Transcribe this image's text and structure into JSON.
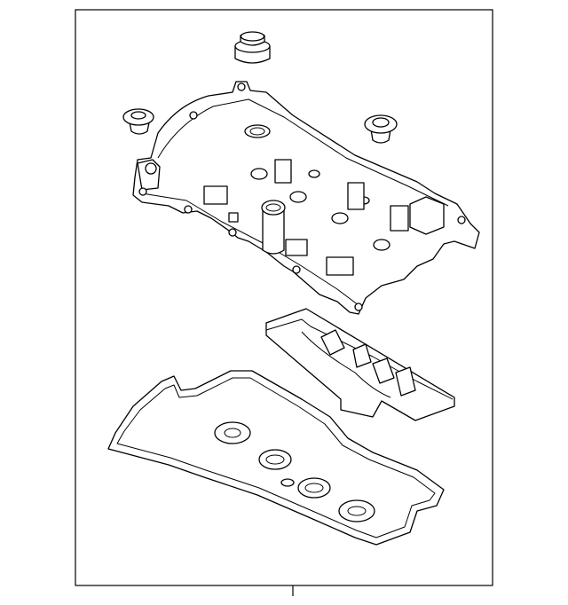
{
  "diagram": {
    "type": "exploded parts illustration",
    "colors": {
      "line": "#000000",
      "background": "#ffffff"
    },
    "parts": [
      {
        "name": "oil-filler-cap"
      },
      {
        "name": "grommet-left"
      },
      {
        "name": "grommet-right"
      },
      {
        "name": "valve-cover"
      },
      {
        "name": "baffle-plate"
      },
      {
        "name": "valve-cover-gasket"
      }
    ]
  }
}
